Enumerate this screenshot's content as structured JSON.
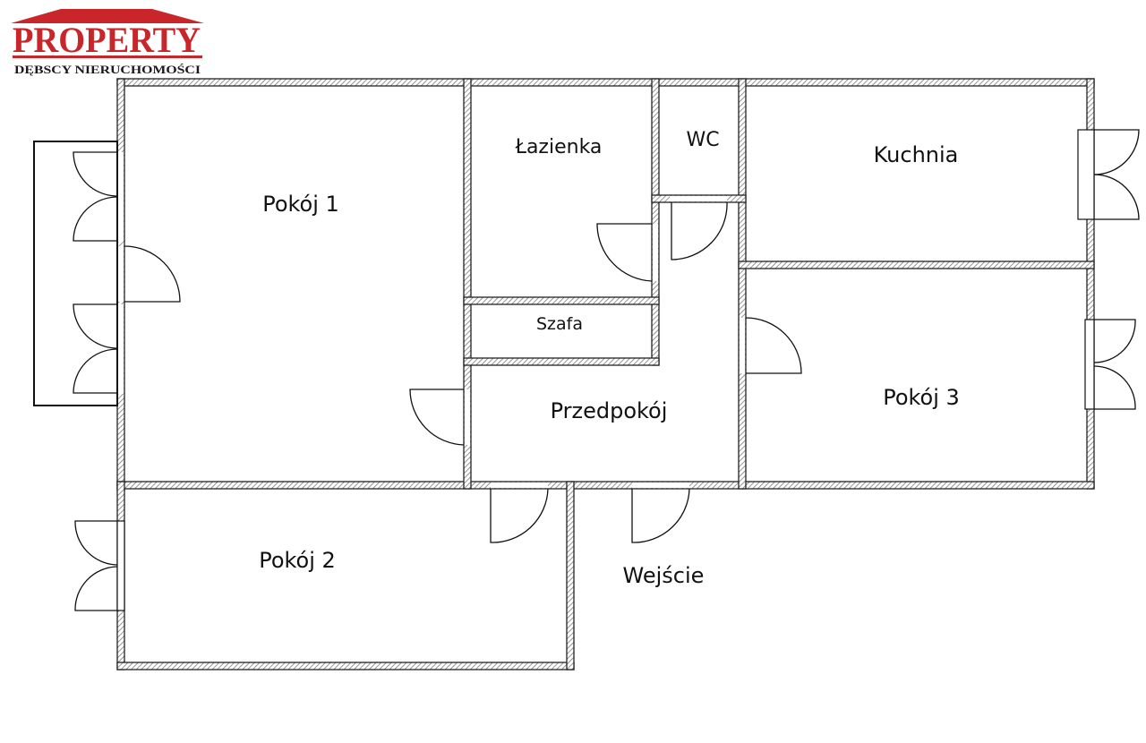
{
  "logo": {
    "brand": "PROPERTY",
    "tagline": "DĘBSCY NIERUCHOMOŚCI",
    "brand_color": "#c8262a",
    "tagline_color": "#1a1a1a"
  },
  "rooms": {
    "pokoj1": "Pokój 1",
    "lazienka": "Łazienka",
    "wc": "WC",
    "kuchnia": "Kuchnia",
    "szafa": "Szafa",
    "przedpokoj": "Przedpokój",
    "pokoj3": "Pokój 3",
    "pokoj2": "Pokój 2",
    "wejscie": "Wejście"
  },
  "colors": {
    "wall_stroke": "#222222",
    "wall_hatch": "#888888",
    "background": "#ffffff"
  }
}
